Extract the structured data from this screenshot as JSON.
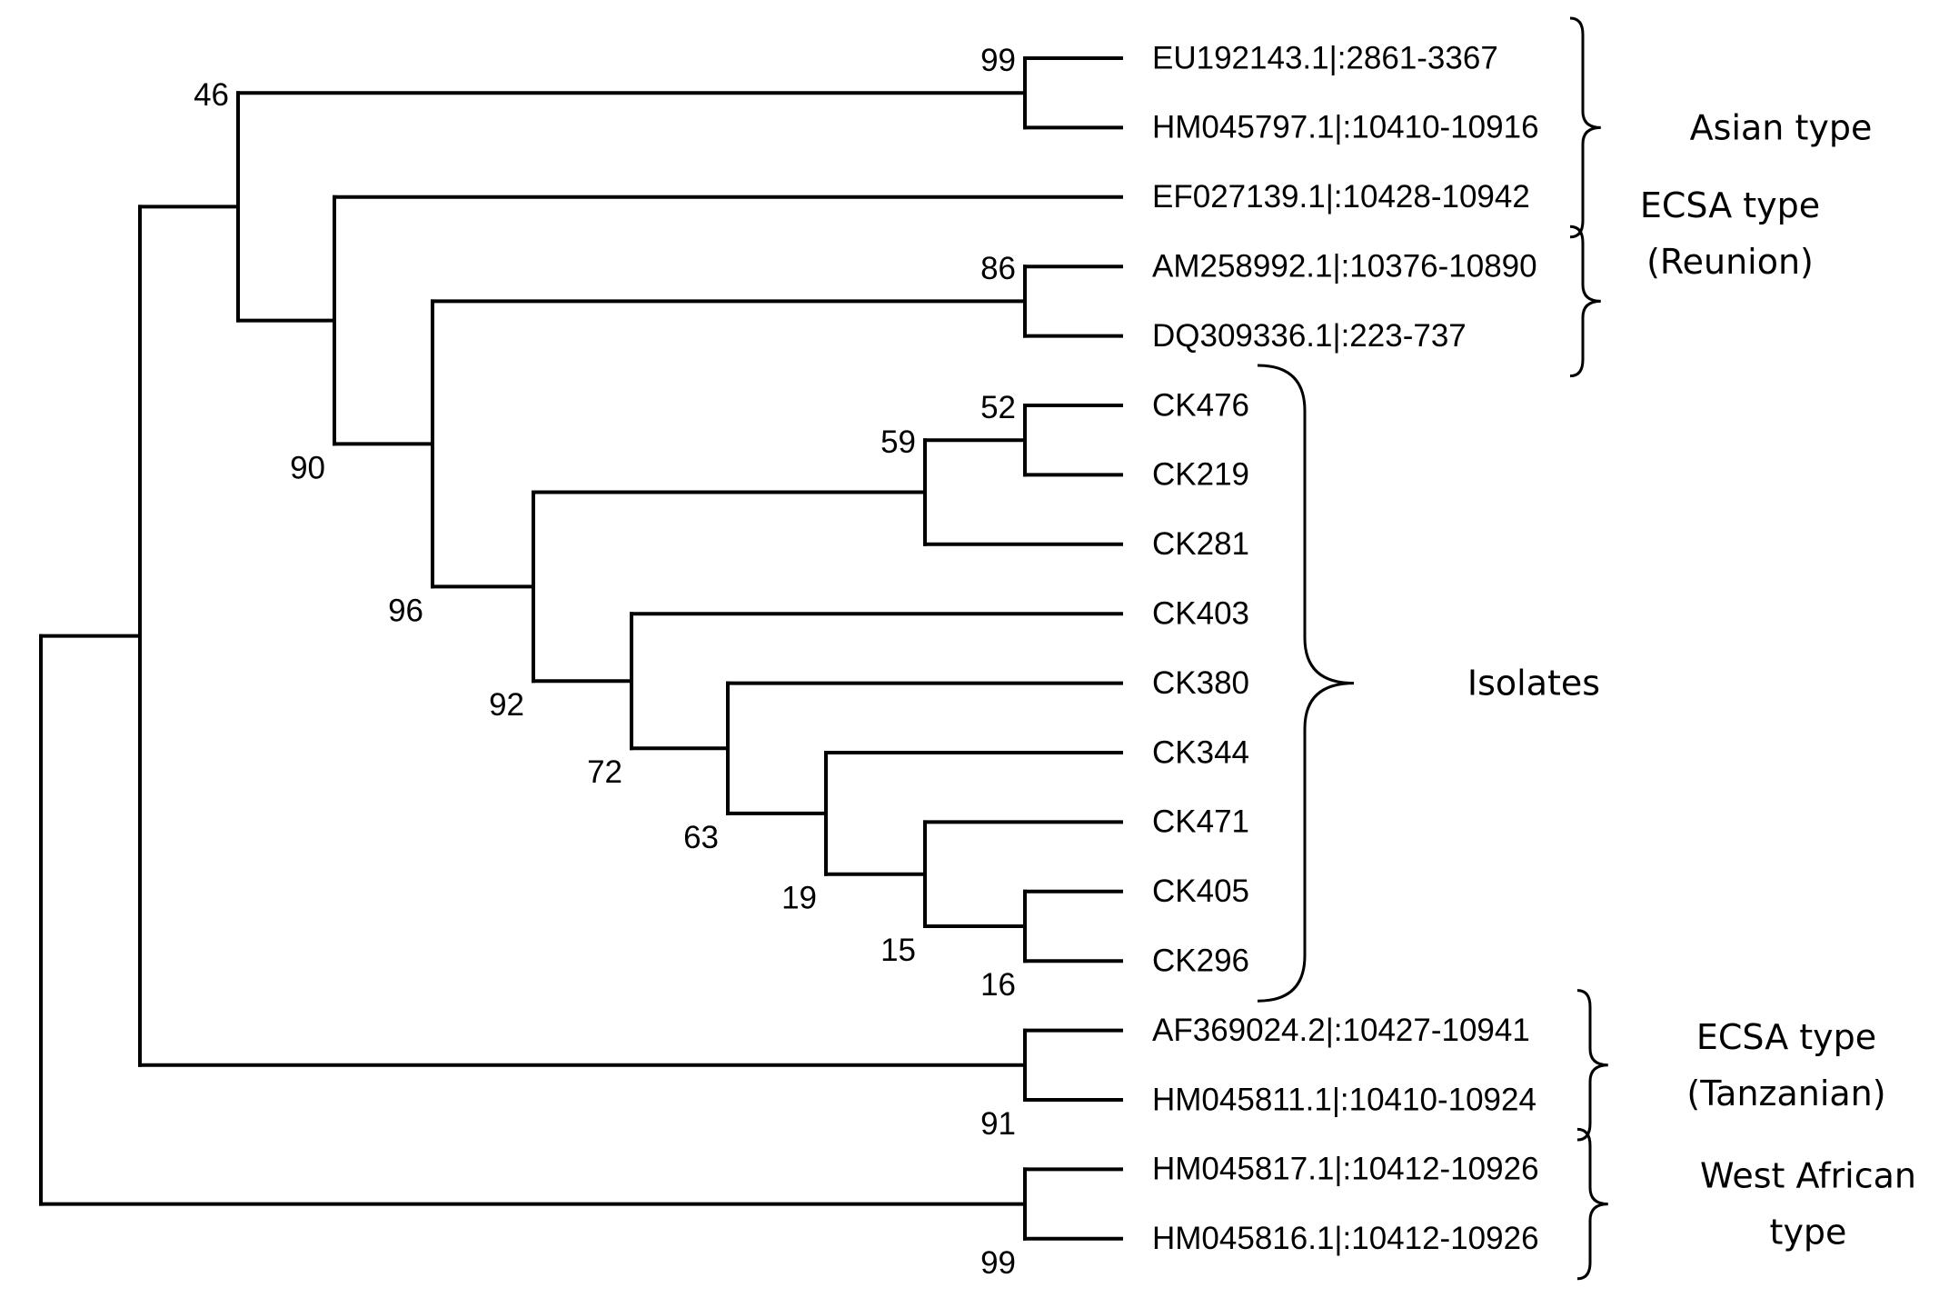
{
  "figure": {
    "type": "phylogenetic-tree",
    "line_color": "#000000",
    "background": "#ffffff"
  },
  "tree": {
    "leaves": [
      "EU192143.1|:2861-3367",
      "HM045797.1|:10410-10916",
      "EF027139.1|:10428-10942",
      "AM258992.1|:10376-10890",
      "DQ309336.1|:223-737",
      "CK476",
      "CK219",
      "CK281",
      "CK403",
      "CK380",
      "CK344",
      "CK471",
      "CK405",
      "CK296",
      "AF369024.2|:10427-10941",
      "HM045811.1|:10410-10924",
      "HM045817.1|:10412-10926",
      "HM045816.1|:10412-10926"
    ],
    "newick": "(((((EU192143.1,HM045797.1)99,(EF027139.1,((AM258992.1,DQ309336.1)86,(((CK476,CK219)52,CK281)59,(CK403,(CK380,(CK344,(CK471,(CK405,CK296)16)15)19)63)72)92)96)90)46,(AF369024.2,HM045811.1)91),(HM045817.1,HM045816.1)99);",
    "support_values": {
      "asian_clade": 99,
      "asian_ecsa_clade": 46,
      "ef_reunion_isolates_clade": 90,
      "reunion_isolates_clade": 96,
      "reunion_clade": 86,
      "isolates_clade": 92,
      "ck476_ck219_ck281": 59,
      "ck476_ck219": 52,
      "ck403_group": 72,
      "ck380_group": 63,
      "ck344_group": 19,
      "ck471_group": 15,
      "ck405_ck296": 16,
      "tanzanian_clade": 91,
      "west_african_clade": 99
    }
  },
  "groups": [
    {
      "label_lines": [
        "Asian type"
      ],
      "first_leaf": 0,
      "last_leaf": 2
    },
    {
      "label_lines": [
        "ECSA type",
        "(Reunion)"
      ],
      "first_leaf": 3,
      "last_leaf": 4
    },
    {
      "label_lines": [
        "Isolates"
      ],
      "first_leaf": 5,
      "last_leaf": 13
    },
    {
      "label_lines": [
        "ECSA type",
        "(Tanzanian)"
      ],
      "first_leaf": 14,
      "last_leaf": 15
    },
    {
      "label_lines": [
        "West African",
        "type"
      ],
      "first_leaf": 16,
      "last_leaf": 17
    }
  ]
}
